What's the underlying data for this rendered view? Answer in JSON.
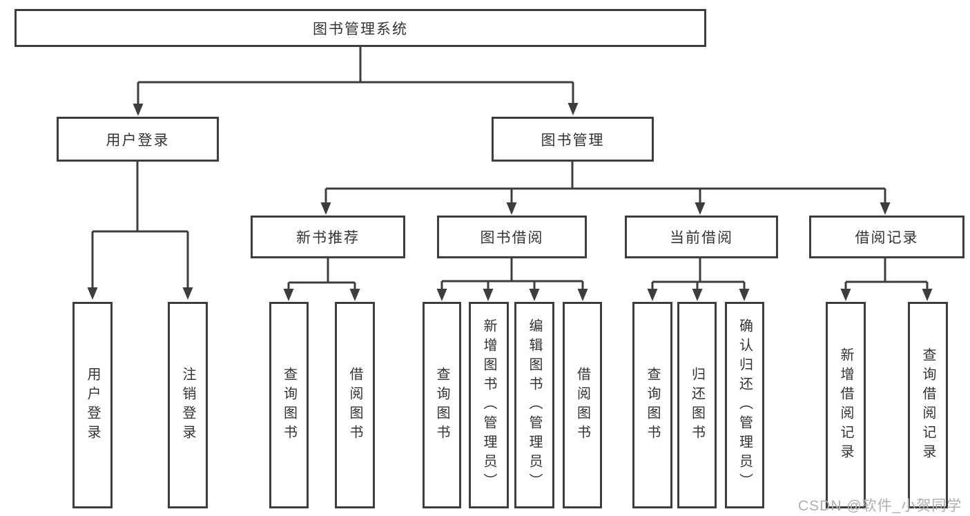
{
  "colors": {
    "line": "#3d3d3d",
    "text": "#333333",
    "background": "#ffffff",
    "watermark": "#aeaeb4"
  },
  "tree": {
    "root": "图书管理系统",
    "level2": {
      "user_login": "用户登录",
      "book_mgmt": "图书管理"
    },
    "level3": {
      "new_book_rec": "新书推荐",
      "book_borrow": "图书借阅",
      "current_borrow": "当前借阅",
      "borrow_record": "借阅记录"
    },
    "leaves": {
      "user": [
        "用户登录",
        "注销登录"
      ],
      "recommend": [
        "查询图书",
        "借阅图书"
      ],
      "borrow": [
        "查询图书",
        "新增图书（管理员）",
        "编辑图书（管理员）",
        "借阅图书"
      ],
      "current": [
        "查询图书",
        "归还图书",
        "确认归还（管理员）"
      ],
      "record": [
        "新增借阅记录",
        "查询借阅记录"
      ]
    }
  },
  "watermark": "CSDN @软件_小贺同学"
}
